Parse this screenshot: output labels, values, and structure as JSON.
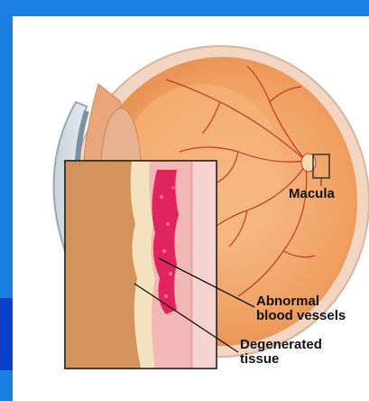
{
  "labels": {
    "macula": "Macula",
    "abnormal_line1": "Abnormal",
    "abnormal_line2": "blood vessels",
    "degenerated_line1": "Degenerated",
    "degenerated_line2": "tissue"
  },
  "colors": {
    "background_blue": "#1a7fe0",
    "accent_dark_blue": "#0b3fc9",
    "eyeball_orange": "#f2a56a",
    "retina_pink": "#e98b8b",
    "vessel_red": "#c0392b",
    "inset_tan": "#d99a5f",
    "abnormal_vessels": "#e0245e"
  }
}
